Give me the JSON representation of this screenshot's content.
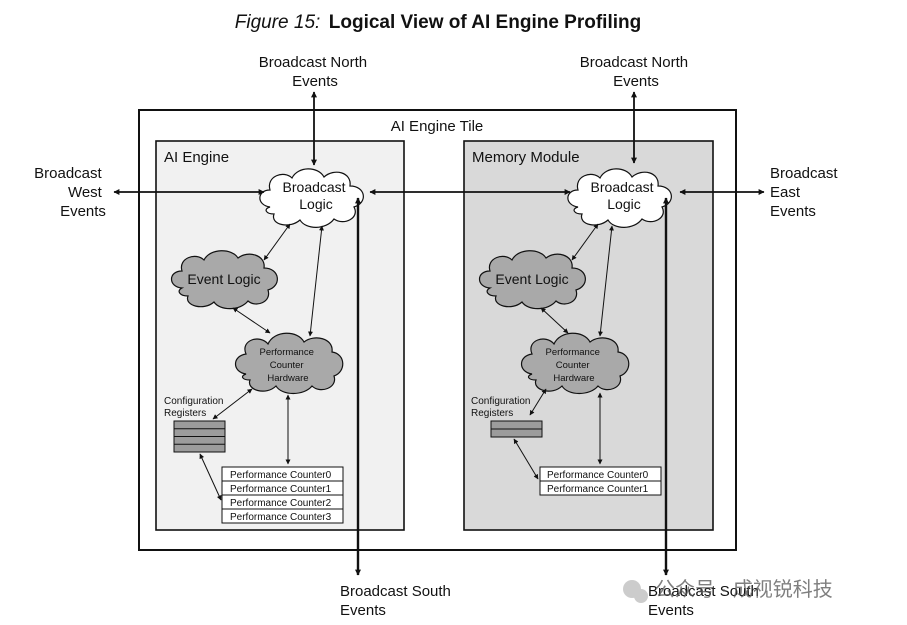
{
  "caption": {
    "label": "Figure 15:",
    "title": "Logical View of AI Engine Profiling"
  },
  "tile": {
    "label": "AI Engine Tile"
  },
  "ai_engine": {
    "label": "AI Engine",
    "broadcast_logic": [
      "Broadcast",
      "Logic"
    ],
    "event_logic": "Event Logic",
    "perf_hw": [
      "Performance",
      "Counter",
      "Hardware"
    ],
    "config_registers": [
      "Configuration",
      "Registers"
    ],
    "counters": [
      "Performance Counter0",
      "Performance Counter1",
      "Performance Counter2",
      "Performance Counter3"
    ]
  },
  "memory_module": {
    "label": "Memory Module",
    "broadcast_logic": [
      "Broadcast",
      "Logic"
    ],
    "event_logic": "Event Logic",
    "perf_hw": [
      "Performance",
      "Counter",
      "Hardware"
    ],
    "config_registers": [
      "Configuration",
      "Registers"
    ],
    "counters": [
      "Performance Counter0",
      "Performance Counter1"
    ]
  },
  "external": {
    "north_left": [
      "Broadcast North",
      "Events"
    ],
    "north_right": [
      "Broadcast North",
      "Events"
    ],
    "west": [
      "Broadcast",
      "West",
      "Events"
    ],
    "east": [
      "Broadcast",
      "East",
      "Events"
    ],
    "south_left": [
      "Broadcast South",
      "Events"
    ],
    "south_right": [
      "Broadcast South",
      "Events"
    ]
  },
  "watermark": "公众号 · 成视锐科技",
  "colors": {
    "ai_engine_fill": "#f1f1f1",
    "memory_module_fill": "#d9d9d9",
    "cloud_grey": "#a9a9a9",
    "cloud_white": "#ffffff",
    "register_fill": "#9c9c9c"
  }
}
